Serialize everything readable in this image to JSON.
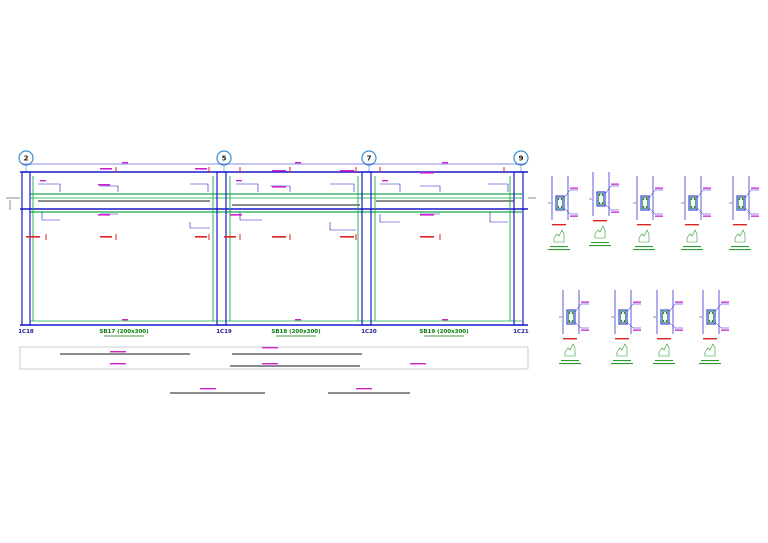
{
  "drawing": {
    "grid_axes": [
      "2",
      "5",
      "7",
      "9"
    ],
    "columns": [
      "1C18",
      "1C19",
      "1C20",
      "1C21"
    ],
    "beams": [
      "SB17 (200x300)",
      "SB18 (200x300)",
      "SB19 (200x300)"
    ]
  },
  "colors": {
    "beam_blue": "#1a1acc",
    "rebar_green": "#1aa84a",
    "annotation_pink": "#cc22cc",
    "annotation_red": "#dd2222",
    "detail_green": "#2a9a2a",
    "axis_bubble": "#3a8fd0"
  }
}
